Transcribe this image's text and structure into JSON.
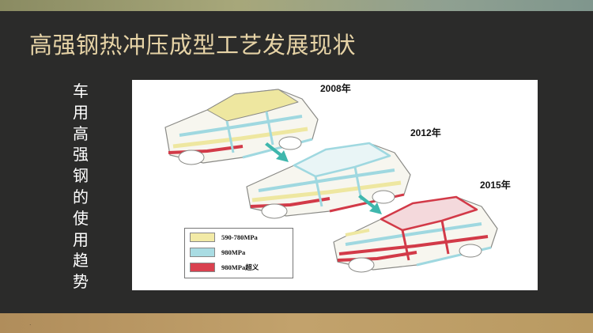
{
  "slide": {
    "title": "高强钢热冲压成型工艺发展现状",
    "side_caption": [
      "车",
      "用",
      "高",
      "强",
      "钢",
      "的",
      "使",
      "用",
      "趋",
      "势"
    ],
    "footer_mark": "."
  },
  "figure": {
    "years": [
      "2008年",
      "2012年",
      "2015年"
    ],
    "legend": [
      {
        "label": "590-780MPa",
        "color": "#f2eaa6"
      },
      {
        "label": "980MPa",
        "color": "#a9dce3"
      },
      {
        "label": "980MPa超义",
        "color": "#d9414f"
      }
    ],
    "colors": {
      "frame": "#8a8a86",
      "yellow": "#eee7a0",
      "cyan": "#9fd8e0",
      "red": "#d23a48",
      "arrow": "#3fb7ad"
    }
  }
}
